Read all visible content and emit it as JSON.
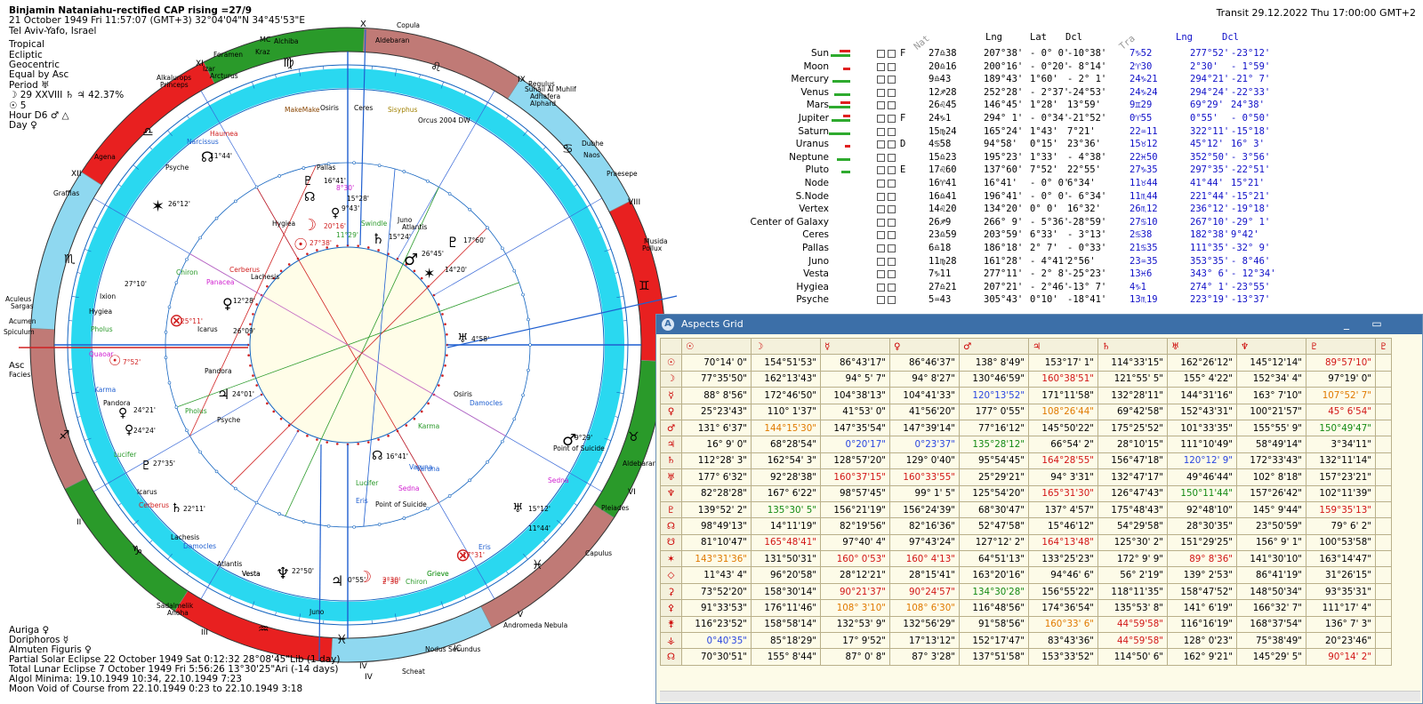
{
  "header": {
    "title": "Binjamin Nataniahu-rectified CAP rising =27/9",
    "line2": "21 October 1949  Fri  11:57:07 (GMT+3) 32°04'04\"N  34°45'53\"E",
    "line3": "Tel Aviv-Yafo, Israel",
    "line4": "Tropical",
    "line5": "Ecliptic",
    "line6": "Geocentric",
    "line7": "Equal by Asc",
    "line8": "Period  ♅",
    "line9": "☽ 29 XXVIII  ♄  ♃ 42.37%",
    "line10": "☉  5",
    "line11": "Hour D6  ♂  △",
    "line12": "Day  ♀"
  },
  "transit": "Transit 29.12.2022  Thu 17:00:00 GMT+2",
  "footer": [
    "Auriga  ♀",
    "Doriphoros  ☿",
    "Almuten Figuris  ♀",
    "Partial Solar Eclipse 22 October 1949 Sat  0:12:32 28°08'45\"Lib (1 day)",
    "Total Lunar Eclipse 7 October 1949 Fri  5:56:26 13°30'25\"Ari (-14 days)",
    "Algol Minima: 19.10.1949 10:34,  22.10.1949  7:23",
    "Moon Void of Course from 22.10.1949  0:23 to 22.10.1949  3:18"
  ],
  "chart_labels": {
    "axes": [
      "X",
      "MC",
      "Asc",
      "IC",
      "IV",
      "Facies"
    ],
    "houses": [
      "XI",
      "XII",
      "II",
      "III",
      "IV",
      "V",
      "VI",
      "VIII",
      "IX"
    ],
    "stars": [
      "Copula",
      "Alchiba",
      "Foramen",
      "Kraz",
      "Aldebaran",
      "Arcturus",
      "Alkalurops",
      "Princeps",
      "Izar",
      "Regulus",
      "Suhail Al Muhlif",
      "Adhafera",
      "Alphard",
      "Naos",
      "Dubhe",
      "Praesepe",
      "Musida",
      "Pollux",
      "Agena",
      "Graffias",
      "Aculeus",
      "Sargas",
      "Acumen",
      "Spiculum",
      "Aldebaran",
      "Pleiades",
      "Capulus",
      "Andromeda Nebula",
      "Sadalmelik",
      "Anoha",
      "Nodus Secundus",
      "Scheat"
    ],
    "names": [
      "MakeMake",
      "Osiris",
      "Ceres",
      "Sisyphus",
      "Orcus 2004 DW",
      "Haumea",
      "Narcissus",
      "Psyche",
      "Pallas",
      "Swindle",
      "Juno",
      "Atlantis",
      "Lachesis",
      "Hygiea",
      "Chiron",
      "Cerberus",
      "Panacea",
      "Ixion",
      "Hygiea",
      "Pholus",
      "Quaoar",
      "Karma",
      "Pandora",
      "Lucifer",
      "Icarus",
      "Cerberus",
      "Lachesis",
      "Damocles",
      "Atlantis",
      "Vesta",
      "Eris",
      "Varuna",
      "Sedna",
      "Point of Suicide",
      "Grieve",
      "Chiron",
      "Juno",
      "Vesta",
      "Icarus",
      "Pandora",
      "Psyche",
      "Pholus",
      "Varuna",
      "Point of Suicide",
      "Damocles",
      "Karma",
      "Osiris",
      "Sedna",
      "Eris",
      "Lucifer",
      "Grieve"
    ],
    "degrees": [
      "16°41'",
      "15°28'",
      "9°43'",
      "8°30'",
      "20°16'",
      "27°38'",
      "11°29'",
      "15°24'",
      "26°45'",
      "17°60'",
      "14°20'",
      "12°28'",
      "25°11'",
      "26°09'",
      "27°10'",
      "11°44'",
      "26°12'",
      "24°01'",
      "24°21'",
      "24°24'",
      "27°35'",
      "22°11'",
      "22°50'",
      "0°55'",
      "2°30'",
      "17°31'",
      "11°44'",
      "15°12'",
      "9°29'",
      "4°58'",
      "16°41'",
      "7°52'",
      "2°30'"
    ]
  },
  "planet_table": {
    "col_heads": [
      "Nat",
      "Lng",
      "Lat",
      "Dcl",
      "Tra",
      "Lng",
      "Dcl"
    ],
    "rows": [
      {
        "name": "Sun",
        "nat": "27♎38",
        "lng": "207°38'",
        "lat": "- 0° 0'",
        "dcl": "-10°38'",
        "tra": "7♑52",
        "tlng": "277°52'",
        "tdcl": "-23°12'",
        "bar": 56,
        "barc": "#2eaa2e",
        "bar2": 30,
        "bar2c": "#e02020",
        "flag": "F"
      },
      {
        "name": "Moon",
        "nat": "20♎16",
        "lng": "200°16'",
        "lat": "- 0°20'",
        "dcl": "- 8°14'",
        "tra": "2♈30",
        "tlng": "2°30'",
        "tdcl": "- 1°59'",
        "bar": 20,
        "barc": "#e02020",
        "bar2": 0,
        "bar2c": "#2eaa2e",
        "flag": ""
      },
      {
        "name": "Mercury",
        "nat": "9♎43",
        "lng": "189°43'",
        "lat": "1°60'",
        "dcl": "- 2° 1'",
        "tra": "24♑21",
        "tlng": "294°21'",
        "tdcl": "-21° 7'",
        "bar": 50,
        "barc": "#2eaa2e",
        "bar2": 0,
        "bar2c": "#2eaa2e",
        "flag": ""
      },
      {
        "name": "Venus",
        "nat": "12♐28",
        "lng": "252°28'",
        "lat": "- 2°37'",
        "dcl": "-24°53'",
        "tra": "24♑24",
        "tlng": "294°24'",
        "tdcl": "-22°33'",
        "bar": 46,
        "barc": "#2eaa2e",
        "bar2": 0,
        "bar2c": "#2eaa2e",
        "flag": ""
      },
      {
        "name": "Mars",
        "nat": "26♌45",
        "lng": "146°45'",
        "lat": "1°28'",
        "dcl": "13°59'",
        "tra": "9♊29",
        "tlng": "69°29'",
        "tdcl": "24°38'",
        "bar": 60,
        "barc": "#2eaa2e",
        "bar2": 28,
        "bar2c": "#e02020",
        "flag": ""
      },
      {
        "name": "Jupiter",
        "nat": "24♑1",
        "lng": "294° 1'",
        "lat": "- 0°34'",
        "dcl": "-21°52'",
        "tra": "0♈55",
        "tlng": "0°55'",
        "tdcl": "- 0°50'",
        "bar": 52,
        "barc": "#2eaa2e",
        "bar2": 20,
        "bar2c": "#e02020",
        "flag": "F"
      },
      {
        "name": "Saturn",
        "nat": "15♍24",
        "lng": "165°24'",
        "lat": "1°43'",
        "dcl": "7°21'",
        "tra": "22♒11",
        "tlng": "322°11'",
        "tdcl": "-15°18'",
        "bar": 60,
        "barc": "#2eaa2e",
        "bar2": 0,
        "bar2c": "#2eaa2e",
        "flag": ""
      },
      {
        "name": "Uranus",
        "nat": "4♋58",
        "lng": "94°58'",
        "lat": "0°15'",
        "dcl": "23°36'",
        "tra": "15♉12",
        "tlng": "45°12'",
        "tdcl": "16° 3'",
        "bar": 16,
        "barc": "#e02020",
        "bar2": 0,
        "bar2c": "#2eaa2e",
        "flag": "D"
      },
      {
        "name": "Neptune",
        "nat": "15♎23",
        "lng": "195°23'",
        "lat": "1°33'",
        "dcl": "- 4°38'",
        "tra": "22♓50",
        "tlng": "352°50'",
        "tdcl": "- 3°56'",
        "bar": 38,
        "barc": "#2eaa2e",
        "bar2": 0,
        "bar2c": "#2eaa2e",
        "flag": ""
      },
      {
        "name": "Pluto",
        "nat": "17♌60",
        "lng": "137°60'",
        "lat": "7°52'",
        "dcl": "22°55'",
        "tra": "27♑35",
        "tlng": "297°35'",
        "tdcl": "-22°51'",
        "bar": 26,
        "barc": "#2eaa2e",
        "bar2": 0,
        "bar2c": "#2eaa2e",
        "flag": "E"
      },
      {
        "name": "Node",
        "nat": "16♈41",
        "lng": "16°41'",
        "lat": "- 0° 0'",
        "dcl": "6°34'",
        "tra": "11♉44",
        "tlng": "41°44'",
        "tdcl": "15°21'",
        "bar": 0,
        "barc": "#2eaa2e",
        "bar2": 0,
        "bar2c": "#2eaa2e",
        "flag": ""
      },
      {
        "name": "S.Node",
        "nat": "16♎41",
        "lng": "196°41'",
        "lat": "- 0° 0'",
        "dcl": "- 6°34'",
        "tra": "11♏44",
        "tlng": "221°44'",
        "tdcl": "-15°21'",
        "bar": 0,
        "barc": "#2eaa2e",
        "bar2": 0,
        "bar2c": "#2eaa2e",
        "flag": ""
      },
      {
        "name": "Vertex",
        "nat": "14♌20",
        "lng": "134°20'",
        "lat": "0° 0'",
        "dcl": "16°32'",
        "tra": "26♏12",
        "tlng": "236°12'",
        "tdcl": "-19°18'",
        "bar": 0,
        "barc": "#2eaa2e",
        "bar2": 0,
        "bar2c": "#2eaa2e",
        "flag": ""
      },
      {
        "name": "Center of Galaxy",
        "nat": "26♐9",
        "lng": "266° 9'",
        "lat": "- 5°36'",
        "dcl": "-28°59'",
        "tra": "27♋10",
        "tlng": "267°10'",
        "tdcl": "-29° 1'",
        "bar": 0,
        "barc": "#2eaa2e",
        "bar2": 0,
        "bar2c": "#2eaa2e",
        "flag": ""
      },
      {
        "name": "Ceres",
        "nat": "23♎59",
        "lng": "203°59'",
        "lat": "6°33'",
        "dcl": "- 3°13'",
        "tra": "2♋38",
        "tlng": "182°38'",
        "tdcl": "9°42'",
        "bar": 0,
        "barc": "#2eaa2e",
        "bar2": 0,
        "bar2c": "#2eaa2e",
        "flag": ""
      },
      {
        "name": "Pallas",
        "nat": "6♎18",
        "lng": "186°18'",
        "lat": "2° 7'",
        "dcl": "- 0°33'",
        "tra": "21♋35",
        "tlng": "111°35'",
        "tdcl": "-32° 9'",
        "bar": 0,
        "barc": "#2eaa2e",
        "bar2": 0,
        "bar2c": "#2eaa2e",
        "flag": ""
      },
      {
        "name": "Juno",
        "nat": "11♍28",
        "lng": "161°28'",
        "lat": "- 4°41'",
        "dcl": "2°56'",
        "tra": "23♒35",
        "tlng": "353°35'",
        "tdcl": "- 8°46'",
        "bar": 0,
        "barc": "#2eaa2e",
        "bar2": 0,
        "bar2c": "#2eaa2e",
        "flag": ""
      },
      {
        "name": "Vesta",
        "nat": "7♑11",
        "lng": "277°11'",
        "lat": "- 2° 8'",
        "dcl": "-25°23'",
        "tra": "13♓6",
        "tlng": "343° 6'",
        "tdcl": "- 12°34'",
        "bar": 0,
        "barc": "#2eaa2e",
        "bar2": 0,
        "bar2c": "#2eaa2e",
        "flag": ""
      },
      {
        "name": "Hygiea",
        "nat": "27♎21",
        "lng": "207°21'",
        "lat": "- 2°46'",
        "dcl": "-13° 7'",
        "tra": "4♑1",
        "tlng": "274° 1'",
        "tdcl": "-23°55'",
        "bar": 0,
        "barc": "#2eaa2e",
        "bar2": 0,
        "bar2c": "#2eaa2e",
        "flag": ""
      },
      {
        "name": "Psyche",
        "nat": "5♒43",
        "lng": "305°43'",
        "lat": "0°10'",
        "dcl": "-18°41'",
        "tra": "13♏19",
        "tlng": "223°19'",
        "tdcl": "-13°37'",
        "bar": 0,
        "barc": "#2eaa2e",
        "bar2": 0,
        "bar2c": "#2eaa2e",
        "flag": ""
      }
    ]
  },
  "aspects": {
    "title": "Aspects Grid",
    "col_glyphs": [
      "☉",
      "☽",
      "☿",
      "♀",
      "♂",
      "♃",
      "♄",
      "♅",
      "♆",
      "♇",
      "♇"
    ],
    "row_glyphs": [
      "☉",
      "☽",
      "☿",
      "♀",
      "♂",
      "♃",
      "♄",
      "♅",
      "♆",
      "♇",
      "☊",
      "☋",
      "✶",
      "◇",
      "⚳",
      "⚴",
      "⚵",
      "⚶",
      "☊"
    ],
    "rows": [
      [
        "70°14' 0\"",
        "154°51'53\"",
        "86°43'17\"",
        "86°46'37\"",
        "138° 8'49\"",
        "153°17' 1\"",
        "114°33'15\"",
        "162°26'12\"",
        "145°12'14\"",
        "89°57'10\""
      ],
      [
        "77°35'50\"",
        "162°13'43\"",
        "94° 5' 7\"",
        "94° 8'27\"",
        "130°46'59\"",
        "160°38'51\"",
        "121°55' 5\"",
        "155° 4'22\"",
        "152°34' 4\"",
        "97°19' 0\""
      ],
      [
        "88° 8'56\"",
        "172°46'50\"",
        "104°38'13\"",
        "104°41'33\"",
        "120°13'52\"",
        "171°11'58\"",
        "132°28'11\"",
        "144°31'16\"",
        "163° 7'10\"",
        "107°52' 7\""
      ],
      [
        "25°23'43\"",
        "110° 1'37\"",
        "41°53' 0\"",
        "41°56'20\"",
        "177° 0'55\"",
        "108°26'44\"",
        "69°42'58\"",
        "152°43'31\"",
        "100°21'57\"",
        "45° 6'54\""
      ],
      [
        "131° 6'37\"",
        "144°15'30\"",
        "147°35'54\"",
        "147°39'14\"",
        "77°16'12\"",
        "145°50'22\"",
        "175°25'52\"",
        "101°33'35\"",
        "155°55' 9\"",
        "150°49'47\""
      ],
      [
        "16° 9' 0\"",
        "68°28'54\"",
        "0°20'17\"",
        "0°23'37\"",
        "135°28'12\"",
        "66°54' 2\"",
        "28°10'15\"",
        "111°10'49\"",
        "58°49'14\"",
        "3°34'11\""
      ],
      [
        "112°28' 3\"",
        "162°54' 3\"",
        "128°57'20\"",
        "129° 0'40\"",
        "95°54'45\"",
        "164°28'55\"",
        "156°47'18\"",
        "120°12' 9\"",
        "172°33'43\"",
        "132°11'14\""
      ],
      [
        "177° 6'32\"",
        "92°28'38\"",
        "160°37'15\"",
        "160°33'55\"",
        "25°29'21\"",
        "94° 3'31\"",
        "132°47'17\"",
        "49°46'44\"",
        "102° 8'18\"",
        "157°23'21\""
      ],
      [
        "82°28'28\"",
        "167° 6'22\"",
        "98°57'45\"",
        "99° 1' 5\"",
        "125°54'20\"",
        "165°31'30\"",
        "126°47'43\"",
        "150°11'44\"",
        "157°26'42\"",
        "102°11'39\""
      ],
      [
        "139°52' 2\"",
        "135°30' 5\"",
        "156°21'19\"",
        "156°24'39\"",
        "68°30'47\"",
        "137° 4'57\"",
        "175°48'43\"",
        "92°48'10\"",
        "145° 9'44\"",
        "159°35'13\""
      ],
      [
        "98°49'13\"",
        "14°11'19\"",
        "82°19'56\"",
        "82°16'36\"",
        "52°47'58\"",
        "15°46'12\"",
        "54°29'58\"",
        "28°30'35\"",
        "23°50'59\"",
        "79° 6' 2\""
      ],
      [
        "81°10'47\"",
        "165°48'41\"",
        "97°40' 4\"",
        "97°43'24\"",
        "127°12' 2\"",
        "164°13'48\"",
        "125°30' 2\"",
        "151°29'25\"",
        "156° 9' 1\"",
        "100°53'58\""
      ],
      [
        "143°31'36\"",
        "131°50'31\"",
        "160° 0'53\"",
        "160° 4'13\"",
        "64°51'13\"",
        "133°25'23\"",
        "172° 9' 9\"",
        "89° 8'36\"",
        "141°30'10\"",
        "163°14'47\""
      ],
      [
        "11°43' 4\"",
        "96°20'58\"",
        "28°12'21\"",
        "28°15'41\"",
        "163°20'16\"",
        "94°46' 6\"",
        "56° 2'19\"",
        "139° 2'53\"",
        "86°41'19\"",
        "31°26'15\""
      ],
      [
        "73°52'20\"",
        "158°30'14\"",
        "90°21'37\"",
        "90°24'57\"",
        "134°30'28\"",
        "156°55'22\"",
        "118°11'35\"",
        "158°47'52\"",
        "148°50'34\"",
        "93°35'31\""
      ],
      [
        "91°33'53\"",
        "176°11'46\"",
        "108° 3'10\"",
        "108° 6'30\"",
        "116°48'56\"",
        "174°36'54\"",
        "135°53' 8\"",
        "141° 6'19\"",
        "166°32' 7\"",
        "111°17' 4\""
      ],
      [
        "116°23'52\"",
        "158°58'14\"",
        "132°53' 9\"",
        "132°56'29\"",
        "91°58'56\"",
        "160°33' 6\"",
        "44°59'58\"",
        "116°16'19\"",
        "168°37'54\"",
        "136° 7' 3\""
      ],
      [
        "0°40'35\"",
        "85°18'29\"",
        "17° 9'52\"",
        "17°13'12\"",
        "152°17'47\"",
        "83°43'36\"",
        "44°59'58\"",
        "128° 0'23\"",
        "75°38'49\"",
        "20°23'46\""
      ],
      [
        "70°30'51\"",
        "155° 8'44\"",
        "87° 0' 8\"",
        "87° 3'28\"",
        "137°51'58\"",
        "153°33'52\"",
        "114°50' 6\"",
        "162° 9'21\"",
        "145°29' 5\"",
        "90°14' 2\""
      ]
    ]
  }
}
